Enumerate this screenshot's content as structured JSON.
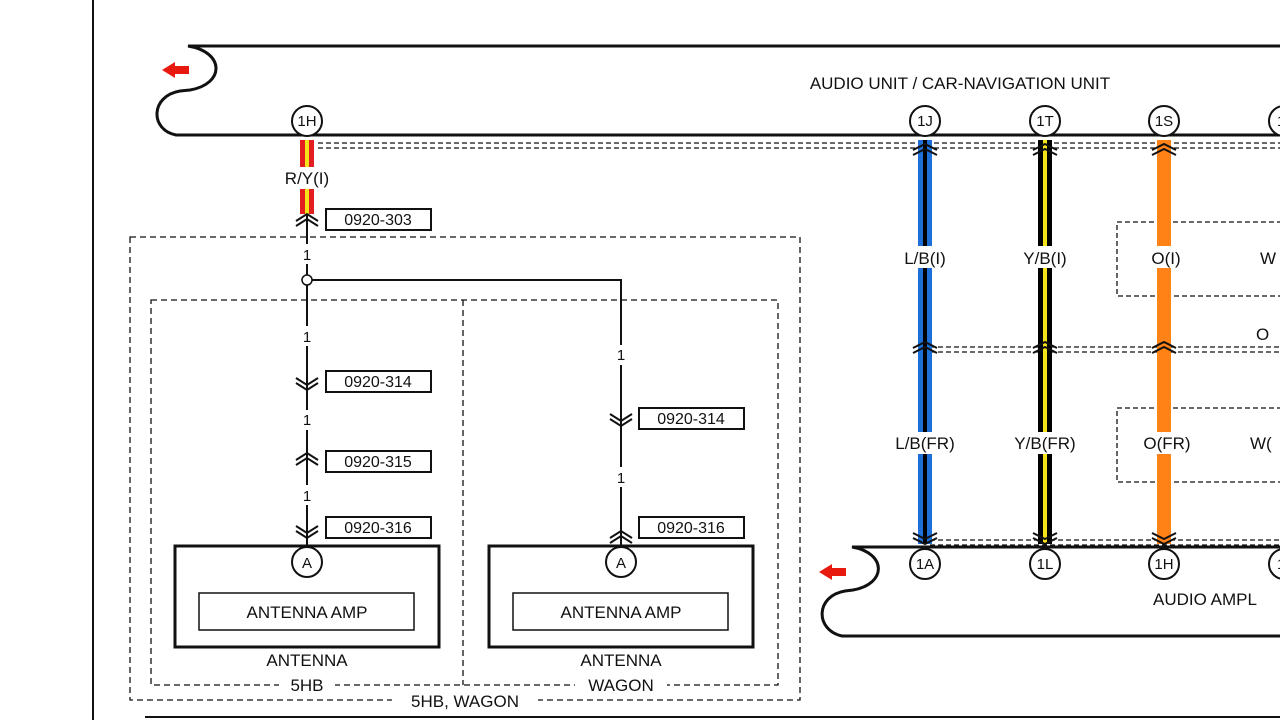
{
  "colors": {
    "line": "#111111",
    "arrow": "#e8190f",
    "red": "#e21e1e",
    "yellow": "#f5e31a",
    "blue": "#1e70d8",
    "orange": "#ff8216",
    "black": "#000000"
  },
  "audio_unit": {
    "title": "AUDIO UNIT / CAR-NAVIGATION UNIT",
    "pins": [
      "1H",
      "1J",
      "1T",
      "1S",
      "1"
    ]
  },
  "audio_amp": {
    "title": "AUDIO AMPL",
    "pins": [
      "1A",
      "1L",
      "1H",
      "1"
    ]
  },
  "antenna_wire": {
    "color_code": "R/Y(I)",
    "connectors": {
      "top": "0920-303",
      "c314": "0920-314",
      "c315": "0920-315",
      "c316": "0920-316"
    },
    "pin_number": "1"
  },
  "wires": [
    {
      "upper_label": "L/B(I)",
      "lower_label": "L/B(FR)",
      "color": "blue",
      "stripe": "black"
    },
    {
      "upper_label": "Y/B(I)",
      "lower_label": "Y/B(FR)",
      "color": "black",
      "stripe": "yellow"
    },
    {
      "upper_label": "O(I)",
      "lower_label": "O(FR)",
      "color": "orange",
      "stripe": "orange"
    }
  ],
  "partial_labels": {
    "upper": "W",
    "middle": "O",
    "lower": "W("
  },
  "antennas": [
    {
      "pin": "A",
      "inner_label": "ANTENNA AMP",
      "name": "ANTENNA",
      "variant": "5HB"
    },
    {
      "pin": "A",
      "inner_label": "ANTENNA AMP",
      "name": "ANTENNA",
      "variant": "WAGON"
    }
  ],
  "group_label": "5HB, WAGON"
}
